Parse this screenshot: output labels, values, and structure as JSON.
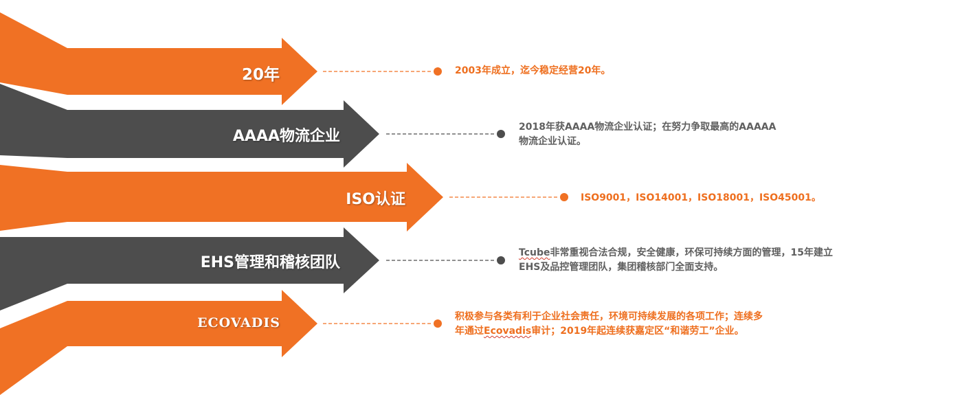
{
  "colors": {
    "orange": "#f07124",
    "gray": "#4d4d4d"
  },
  "items": [
    {
      "title": "20年",
      "desc": [
        "2003年成立，迄今稳定经营20年。"
      ],
      "color": "orange"
    },
    {
      "title": "AAAA物流企业",
      "desc": [
        "2018年获AAAA物流企业认证；在努力争取最高的AAAAA",
        "物流企业认证。"
      ],
      "color": "gray"
    },
    {
      "title": "ISO认证",
      "desc": [
        "ISO9001，ISO14001，ISO18001，ISO45001。"
      ],
      "color": "orange"
    },
    {
      "title": "EHS管理和稽核团队",
      "desc_line1_word": "Tcube",
      "desc_line1_rest": "非常重视合法合规，安全健康，环保可持续方面的管理，15年建立",
      "desc": [
        "EHS及品控管理团队，集团稽核部门全面支持。"
      ],
      "color": "gray"
    },
    {
      "title": "ECOVADIS",
      "desc": [
        "积极参与各类有利于企业社会责任，环境可持续发展的各项工作；连续多"
      ],
      "desc_line2_pre": "年通过",
      "desc_line2_word": "Ecovadis",
      "desc_line2_post": "审计；2019年起连续获嘉定区“和谐劳工”企业。",
      "color": "orange"
    }
  ]
}
